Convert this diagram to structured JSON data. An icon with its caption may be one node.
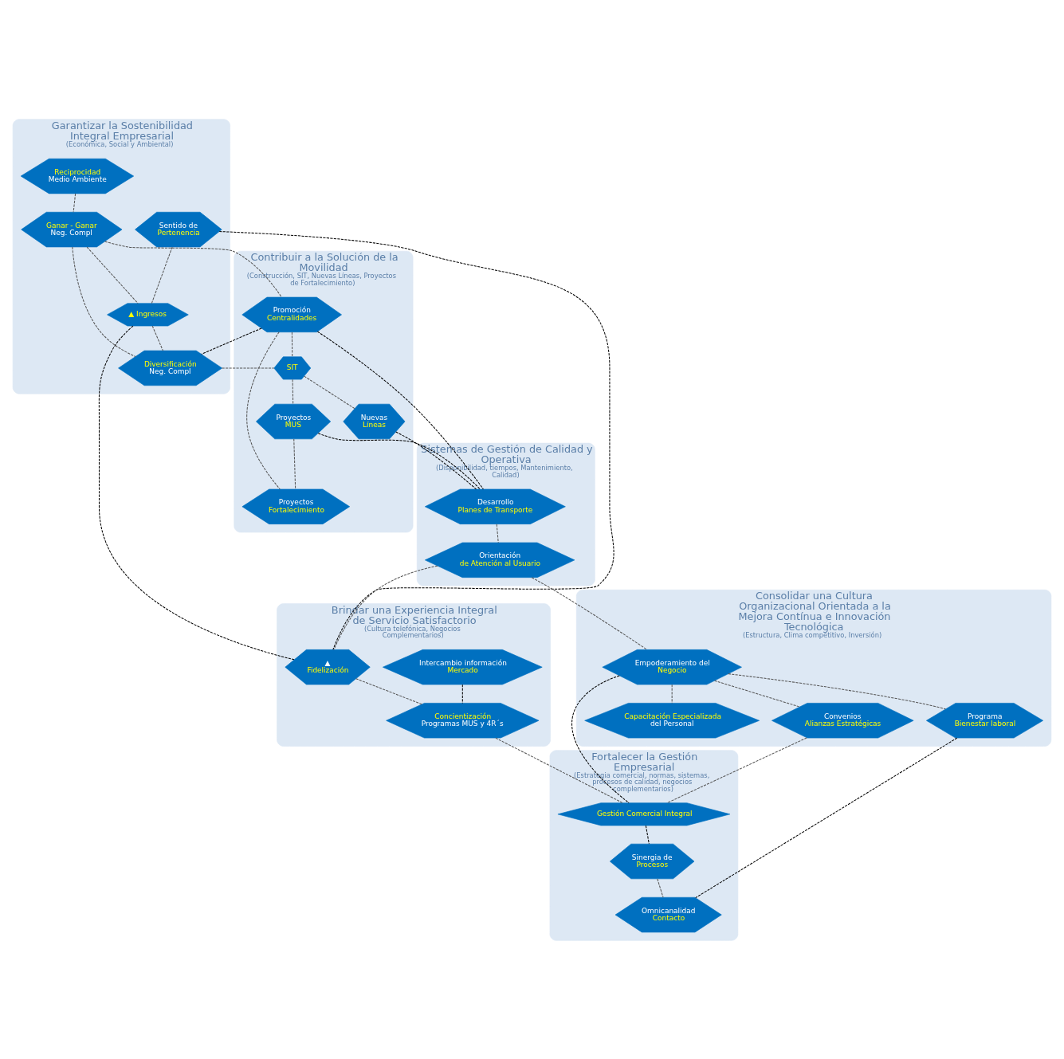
{
  "diagram": {
    "nodes": [
      {
        "text": [
          "Garantizar la Sostenibilidad Integral Empresarial",
          "(Económica, Social y Ambiental)"
        ]
      },
      {
        "text": [
          "Reciprocidad",
          "Medio Ambiente"
        ],
        "in": 0
      },
      {
        "text": [
          "Sentido de",
          "Pertenencia"
        ],
        "in": 0
      },
      {
        "text": [
          "▲ Ingresos"
        ],
        "in": 0
      },
      {
        "text": [
          "Ganar - Ganar",
          "Neg. Compl"
        ],
        "in": 0
      },
      {
        "text": [
          "Diversificación",
          "Neg. Compl"
        ],
        "in": 0
      },
      {
        "text": [
          "Contribuir a la Solución de la Movilidad",
          "(Construcción, SIT, Nuevas Líneas, Proyectos de Fortalecimiento)"
        ]
      },
      {
        "text": [
          "Promoción",
          "Centralidades"
        ],
        "in": 6
      },
      {
        "text": [
          "SIT"
        ],
        "in": 6
      },
      {
        "text": [
          "Nuevas",
          "Líneas"
        ],
        "in": 6
      },
      {
        "text": [
          "Proyectos",
          "MUS"
        ],
        "in": 6
      },
      {
        "text": [
          "Proyectos",
          "Fortalecimiento"
        ],
        "in": 6
      },
      {
        "text": [
          "Brindar una Experiencia Integral de Servicio Satisfactorio",
          "(Cultura telefónica, Negocios Complementarios)"
        ]
      },
      {
        "text": [
          "▲",
          "Fidelización"
        ],
        "in": 12
      },
      {
        "text": [
          "Intercambio información",
          "Mercado"
        ],
        "in": 12
      },
      {
        "text": [
          "Concientización",
          "Programas MUS y 4R´s"
        ],
        "in": 12
      },
      {
        "text": [
          "Sistemas de Gestión de Calidad y Operativa",
          "(Disponibilidad, tiempos, Mantenimiento, Calidad)"
        ]
      },
      {
        "text": [
          "Desarrollo",
          "Planes de Transporte"
        ],
        "in": 16
      },
      {
        "text": [
          "Orientación",
          "de Atención al Usuario"
        ],
        "in": 16
      },
      {
        "text": [
          "Fortalecer la Gestión Empresarial",
          "(Estrategia comercial, normas, sistemas, procesos de calidad, negocios complementarios)"
        ]
      },
      {
        "text": [
          "Gestión Comercial Integral"
        ],
        "in": 19
      },
      {
        "text": [
          "Sinergia de",
          "Procesos"
        ],
        "in": 19
      },
      {
        "text": [
          "Omnicanalidad",
          "Contacto"
        ],
        "in": 19
      },
      {
        "text": [
          "Consolidar una Cultura Organizacional Orientada a la Mejora Contínua e Innovación Tecnológica",
          "(Estructura, Clima competitivo, Inversión)"
        ]
      },
      {
        "text": [
          "Empoderamiento del",
          "Negocio"
        ],
        "in": 23
      },
      {
        "text": [
          "Convenios",
          "Alianzas Estratégicas"
        ],
        "in": 23
      },
      {
        "text": [
          "Programa",
          "Bienestar laboral"
        ],
        "in": 23
      },
      {
        "text": [
          "Capacitación Especializada",
          "del Personal"
        ],
        "in": 23
      }
    ],
    "edges": [
      {
        "from": 1,
        "to": 4,
        "arrow": "none",
        "style": "dashed"
      },
      {
        "from": 2,
        "to": 3,
        "arrow": "none",
        "style": "dashed"
      },
      {
        "from": 2,
        "to": 13,
        "arrow": "none",
        "style": "dashed",
        "color": "#000000"
      },
      {
        "from": 3,
        "to": 5,
        "arrow": "none",
        "style": "dashed"
      },
      {
        "from": 3,
        "to": 13,
        "arrow": "none",
        "style": "dashed",
        "color": "#000000"
      },
      {
        "from": 4,
        "to": 3,
        "arrow": "none",
        "style": "dashed"
      },
      {
        "from": 4,
        "to": 7,
        "arrow": "none",
        "style": "dashed"
      },
      {
        "from": 4,
        "to": 5,
        "arrow": "none",
        "style": "dashed"
      },
      {
        "from": 7,
        "to": 5,
        "arrow": "none",
        "style": "dashed",
        "color": "#000000"
      },
      {
        "from": 5,
        "to": 8,
        "arrow": "none",
        "style": "dashed"
      },
      {
        "from": 7,
        "to": 8,
        "arrow": "none",
        "style": "dashed"
      },
      {
        "from": 7,
        "to": 17,
        "arrow": "none",
        "style": "dashed",
        "color": "#000000"
      },
      {
        "from": 9,
        "to": 17,
        "arrow": "none",
        "style": "dashed",
        "color": "#000000"
      },
      {
        "from": 7,
        "to": 11,
        "arrow": "none",
        "style": "dashed"
      },
      {
        "from": 8,
        "to": 9,
        "arrow": "none",
        "style": "dashed"
      },
      {
        "from": 8,
        "to": 10,
        "arrow": "none",
        "style": "dashed"
      },
      {
        "from": 10,
        "to": 11,
        "arrow": "none",
        "style": "dashed"
      },
      {
        "from": 10,
        "to": 17,
        "arrow": "none",
        "style": "dashed",
        "color": "#000000"
      },
      {
        "from": 17,
        "to": 18,
        "arrow": "none",
        "style": "dashed"
      },
      {
        "from": 18,
        "to": 13,
        "arrow": "none",
        "style": "dashed"
      },
      {
        "from": 18,
        "to": 24,
        "arrow": "none",
        "style": "dashed"
      },
      {
        "from": 13,
        "to": 15,
        "arrow": "none",
        "style": "dashed"
      },
      {
        "from": 14,
        "to": 15,
        "arrow": "none",
        "style": "dashed",
        "color": "#000000"
      },
      {
        "from": 15,
        "to": 20,
        "arrow": "none",
        "style": "dashed"
      },
      {
        "from": 24,
        "to": 20,
        "arrow": "none",
        "style": "dashed",
        "color": "#000000"
      },
      {
        "from": 24,
        "to": 25,
        "arrow": "none",
        "style": "dashed"
      },
      {
        "from": 24,
        "to": 26,
        "arrow": "none",
        "style": "dashed"
      },
      {
        "from": 24,
        "to": 27,
        "arrow": "none",
        "style": "dashed"
      },
      {
        "from": 25,
        "to": 20,
        "arrow": "none",
        "style": "dashed"
      },
      {
        "from": 26,
        "to": 22,
        "arrow": "none",
        "style": "dashed",
        "color": "#000000"
      },
      {
        "from": 20,
        "to": 21,
        "arrow": "none",
        "style": "dashed",
        "color": "#000000"
      },
      {
        "from": 21,
        "to": 22,
        "arrow": "none",
        "style": "dashed"
      }
    ]
  }
}
